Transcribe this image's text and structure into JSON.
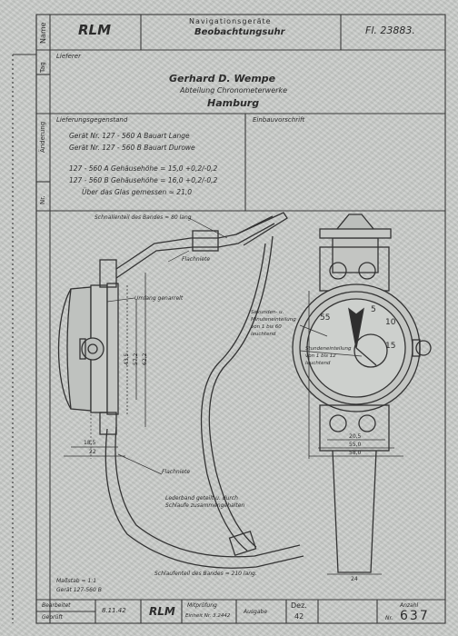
{
  "header": {
    "side_name": "Name",
    "rlm": "RLM",
    "category": "Navigationsgeräte",
    "title": "Beobachtungsuhr",
    "drawing_no": "Fl. 23883."
  },
  "side_labels": {
    "tag": "Tag",
    "aenderung": "Änderung",
    "nr": "Nr."
  },
  "supplier": {
    "label": "Lieferer",
    "name": "Gerhard D. Wempe",
    "division": "Abteilung Chronometerwerke",
    "city": "Hamburg"
  },
  "delivery": {
    "label": "Lieferungsgegenstand",
    "install_label": "Einbauvorschrift",
    "lines": [
      "Gerät Nr. 127 - 560 A  Bauart Lange",
      "Gerät Nr. 127 - 560 B  Bauart Durowe",
      "127 - 560 A  Gehäusehöhe = 15,0 +0,2/-0,2",
      "127 - 560 B  Gehäusehöhe = 16,0 +0,2/-0,2",
      "Über das Glas gemessen ≈ 21,0"
    ]
  },
  "annotations": {
    "strap_top": "Schnallenteil des Bandes ≈ 80 lang",
    "rivet": "Flachniete",
    "case_sealed": "Umfang genarrelt",
    "dial_note": "Sekunden- u. Minuteneinteilung von 1 bis 60 leuchtend",
    "hour_note": "Stundeneinteilung von 1 bis 12 leuchtend",
    "rivet2": "Flachniete",
    "leather": "Lederband geteilt u. durch Schlaufe zusammengehalten",
    "strap_bottom": "Schlaufenteil des Bandes ≈ 210 lang.",
    "scale": "Maßstab ≈ 1:1",
    "device": "Gerät 127-560 B",
    "dim_side_1": "43,5",
    "dim_side_2": "57,2",
    "dim_side_3": "62,2",
    "dim_bottom_side": "18,5",
    "dim_bottom_side2": "22",
    "dim_front_1": "20,5",
    "dim_front_2": "55,0",
    "dim_front_3": "58,0",
    "dim_strap": "24",
    "dial_55": "55",
    "dial_5": "5",
    "dial_10": "10",
    "dial_15": "15"
  },
  "title_block": {
    "drawn": "Bearbeitet",
    "checked": "Geprüft",
    "date": "8.11.42",
    "rlm": "RLM",
    "review": "Mitprüfung",
    "signature": "Einheit Nr. 3.2442",
    "edition": "Ausgabe",
    "dez_label": "Dez.",
    "dez_value": "42",
    "sheet_label": "Nr.",
    "sheet_number": "637",
    "count_label": "Anzahl"
  }
}
